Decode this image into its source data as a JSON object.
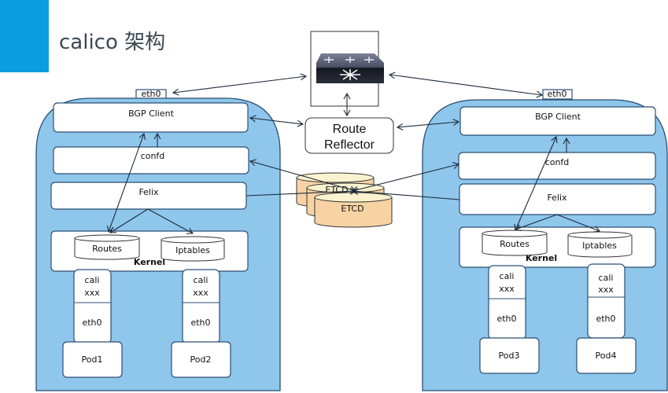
{
  "header": {
    "title": "calico 架构",
    "accent_color": "#0a9de0",
    "title_color": "#3b4853"
  },
  "colors": {
    "node_fill": "#8fc6ec",
    "etcd_fill": "#f7d3a4",
    "etcd_top": "#fbf3cf"
  },
  "switch": {
    "icon": "network-switch-icon"
  },
  "route_reflector": {
    "line1": "Route",
    "line2": "Reflector"
  },
  "etcd": {
    "back_label": "ETCD",
    "front_label": "ETCD"
  },
  "nodes": [
    {
      "eth0": "eth0",
      "bgp": "BGP Client",
      "confd": "confd",
      "felix": "Felix",
      "kernel": "Kernel",
      "routes": "Routes",
      "iptables": "Iptables",
      "pods": [
        {
          "cali1": "cali",
          "cali2": "xxx",
          "eth0": "eth0",
          "name": "Pod1"
        },
        {
          "cali1": "cali",
          "cali2": "xxx",
          "eth0": "eth0",
          "name": "Pod2"
        }
      ]
    },
    {
      "eth0": "eth0",
      "bgp": "BGP Client",
      "confd": "confd",
      "felix": "Felix",
      "kernel": "Kernel",
      "routes": "Routes",
      "iptables": "Iptables",
      "pods": [
        {
          "cali1": "cali",
          "cali2": "xxx",
          "eth0": "eth0",
          "name": "Pod3"
        },
        {
          "cali1": "cali",
          "cali2": "xxx",
          "eth0": "eth0",
          "name": "Pod4"
        }
      ]
    }
  ]
}
